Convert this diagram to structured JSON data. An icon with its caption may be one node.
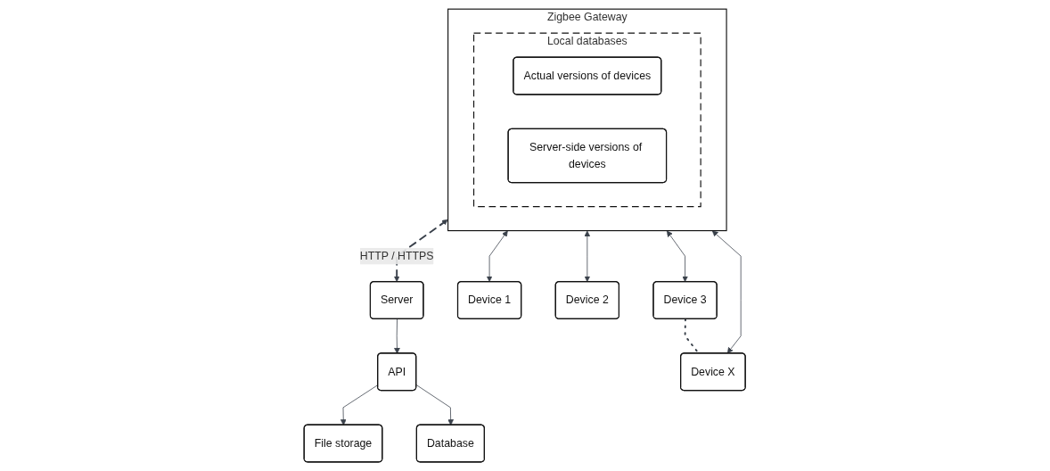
{
  "diagram": {
    "nodes": [
      {
        "text": [
          "Server"
        ]
      },
      {
        "text": [
          "API"
        ]
      },
      {
        "text": [
          "Zigbee Gateway"
        ]
      },
      {
        "text": [
          "Local databases"
        ],
        "in": 2
      },
      {
        "text": [
          "Actual versions of devices"
        ],
        "in": 3
      },
      {
        "text": [
          "Server-side versions of devices"
        ],
        "in": 3
      },
      {
        "text": [
          "File storage"
        ]
      },
      {
        "text": [
          "Database"
        ]
      },
      {
        "text": [
          "Device 1"
        ]
      },
      {
        "text": [
          "Device 2"
        ]
      },
      {
        "text": [
          "Device 3"
        ]
      },
      {
        "text": [
          "Device X"
        ]
      }
    ],
    "edges": [
      {
        "from": 2,
        "to": 0,
        "arrow": "both",
        "label": "HTTP / HTTPS",
        "style": "dashed"
      },
      {
        "from": 0,
        "to": 1,
        "arrow": "to"
      },
      {
        "from": 1,
        "to": 6,
        "arrow": "to"
      },
      {
        "from": 1,
        "to": 7,
        "arrow": "to"
      },
      {
        "from": 2,
        "to": 8,
        "arrow": "both"
      },
      {
        "from": 2,
        "to": 9,
        "arrow": "both"
      },
      {
        "from": 2,
        "to": 10,
        "arrow": "both"
      },
      {
        "from": 2,
        "to": 11,
        "arrow": "both"
      },
      {
        "from": 10,
        "to": 11,
        "arrow": "none",
        "style": "dashed"
      }
    ]
  }
}
